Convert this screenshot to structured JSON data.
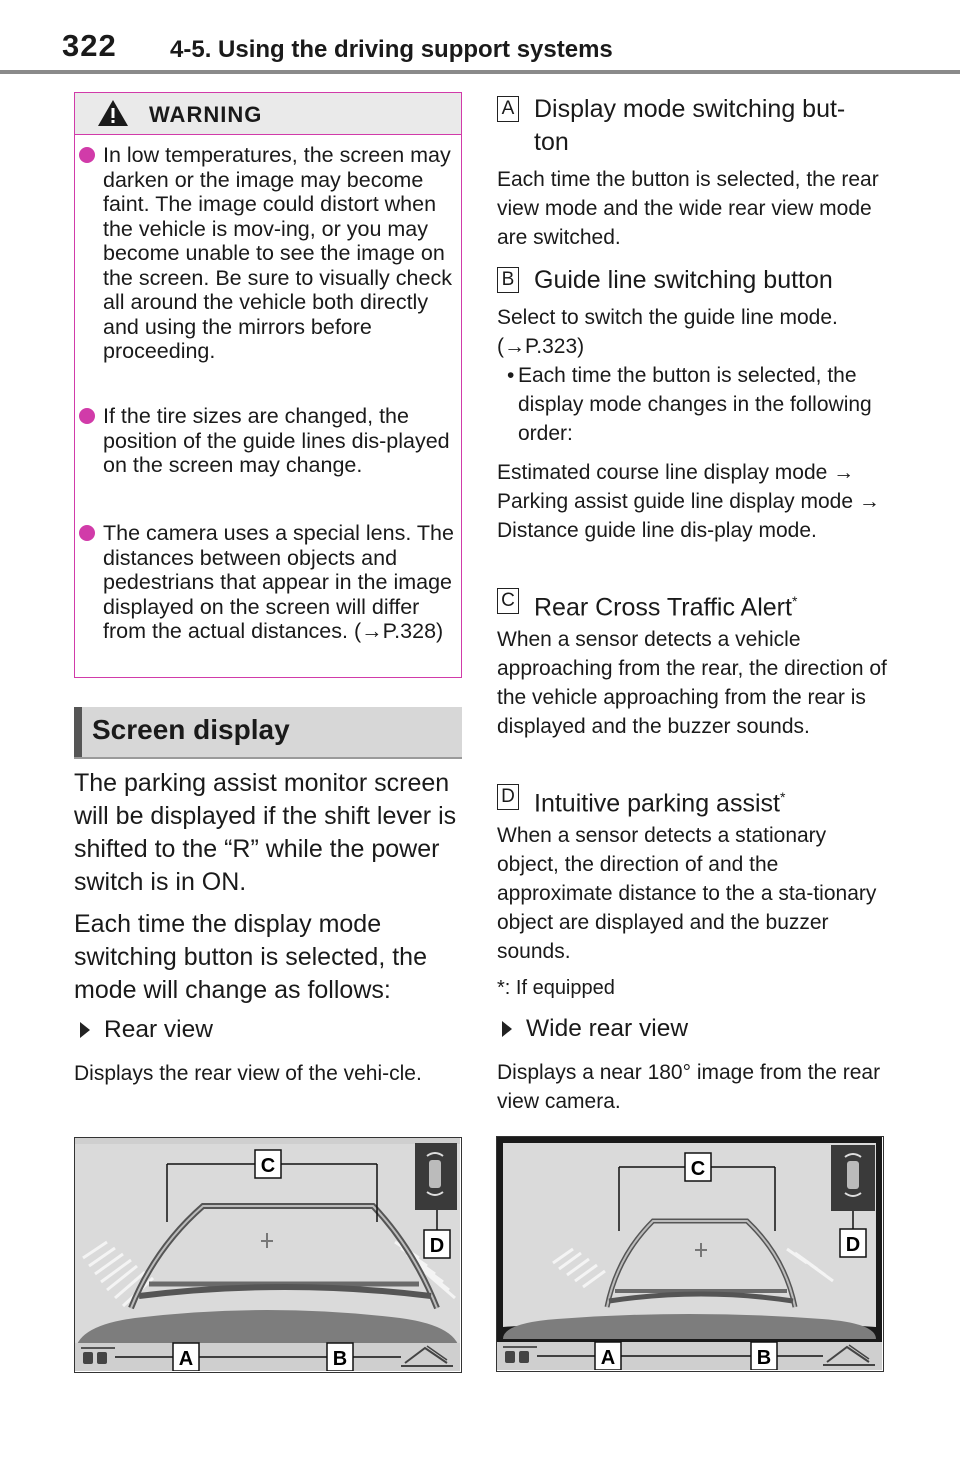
{
  "header": {
    "page_number": "322",
    "section_title": "4-5. Using the driving support systems"
  },
  "warning": {
    "title": "WARNING",
    "items": [
      "In low temperatures, the screen may darken or the image may become faint. The image could distort when the vehicle is mov-ing, or you may become unable to see the image on the screen. Be sure to visually check all around the vehicle both directly and using the mirrors before proceeding.",
      "If the tire sizes are changed, the position of the guide lines dis-played on the screen may change.",
      "The camera uses a special lens. The distances between objects and pedestrians that appear in the image displayed on the screen will differ from the actual distances. (→P.328)"
    ]
  },
  "screen_display": {
    "title": "Screen display",
    "intro1": "The parking assist monitor screen will be displayed if the shift lever is shifted to the “R” while the power switch is in ON.",
    "intro2": "Each time the display mode switching button is selected, the mode will change as follows:",
    "rear_view": {
      "title": "Rear view",
      "desc": "Displays the rear view of the vehi-cle."
    }
  },
  "items": [
    {
      "letter": "A",
      "title": "Display mode switching but-ton",
      "desc": "Each time the button is selected, the rear view mode and the wide rear view mode are switched."
    },
    {
      "letter": "B",
      "title": "Guide line switching button",
      "desc": "Select to switch the guide line mode. (→P.323)",
      "bullet": "Each time the button is selected, the display mode changes in the following order:",
      "order": "Estimated course line display mode → Parking assist guide line display mode → Distance guide line dis-play mode."
    },
    {
      "letter": "C",
      "title": "Rear Cross Traffic Alert",
      "desc": "When a sensor detects a vehicle approaching from the rear, the direction of the vehicle approaching from the rear is displayed and the buzzer sounds."
    },
    {
      "letter": "D",
      "title": "Intuitive parking assist",
      "desc": "When a sensor detects a stationary object, the direction of and the approximate distance to the a sta-tionary object are displayed and the buzzer sounds."
    }
  ],
  "footnote": "*: If equipped",
  "wide_rear_view": {
    "title": "Wide rear view",
    "desc": "Displays a near 180° image from the rear view camera."
  },
  "figure_labels": {
    "a": "A",
    "b": "B",
    "c": "C",
    "d": "D"
  }
}
